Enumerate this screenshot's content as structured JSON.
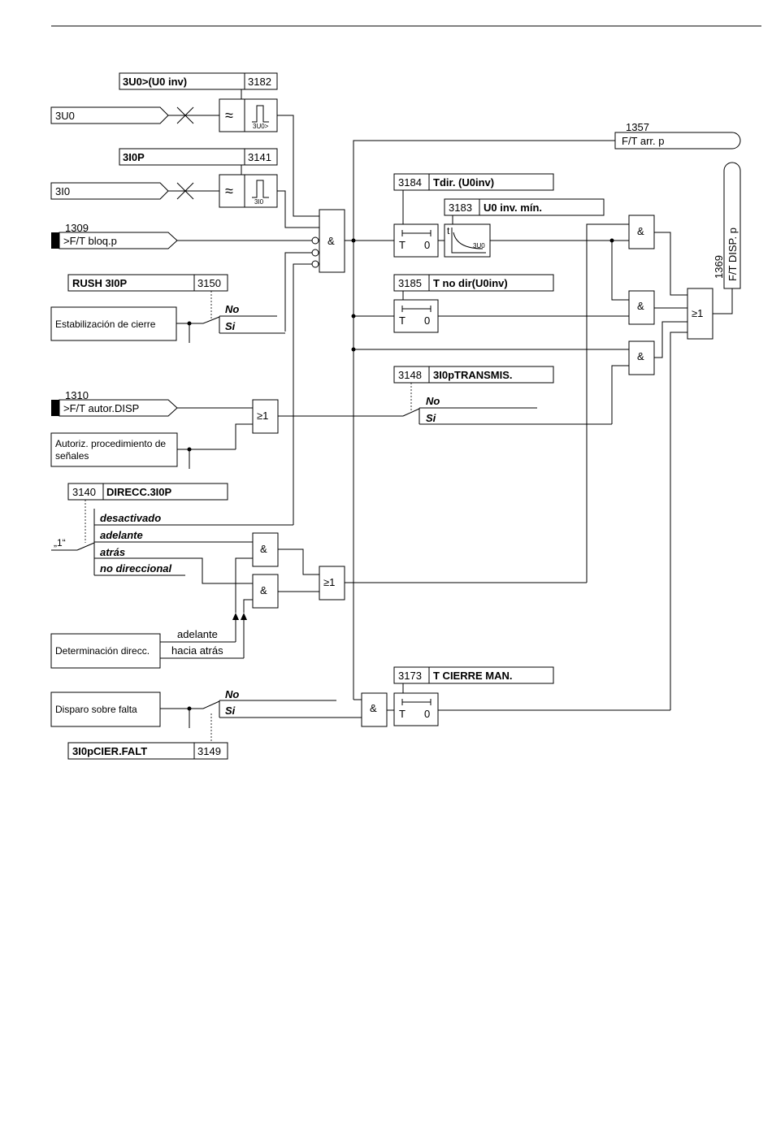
{
  "params": {
    "p3182": {
      "label": "3U0>(U0 inv)",
      "num": "3182"
    },
    "p3141": {
      "label": "3I0P",
      "num": "3141"
    },
    "p3184": {
      "label": "Tdir. (U0inv)",
      "num": "3184"
    },
    "p3183": {
      "label": "U0 inv. mín.",
      "num": "3183"
    },
    "p3185": {
      "label": "T no dir(U0inv)",
      "num": "3185"
    },
    "p3150": {
      "label": "RUSH 3I0P",
      "num": "3150"
    },
    "p3148": {
      "label": "3I0pTRANSMIS.",
      "num": "3148"
    },
    "p3140": {
      "label": "DIRECC.3I0P",
      "num": "3140"
    },
    "p3173": {
      "label": "T CIERRE MAN.",
      "num": "3173"
    },
    "p3149": {
      "label": "3I0pCIER.FALT",
      "num": "3149"
    }
  },
  "inputs": {
    "u0": "3U0",
    "i0": "3I0",
    "bloq_num": "1309",
    "bloq": ">F/T bloq.p",
    "autor_num": "1310",
    "autor": ">F/T autor.DISP"
  },
  "outputs": {
    "arr_num": "1357",
    "arr": "F/T arr. p",
    "disp_num": "1369",
    "disp": "F/T DISP. p"
  },
  "blocks": {
    "estab": "Estabilización de cierre",
    "autoriz1": "Autoriz. procedimiento de",
    "autoriz2": "señales",
    "determ": "Determinación direcc.",
    "disparo": "Disparo sobre falta"
  },
  "switch": {
    "no": "No",
    "si": "Si"
  },
  "direcc": {
    "one": "„1“",
    "desactivado": "desactivado",
    "adelante": "adelante",
    "atras": "atrás",
    "no_dir": "no direccional",
    "det_adelante": "adelante",
    "det_atras": "hacia atrás"
  },
  "gates": {
    "and": "&",
    "or": "≥1"
  },
  "timer": {
    "T": "T",
    "zero": "0",
    "t": "t",
    "u0": "3U0",
    "u0gt": "3U0>",
    "i0": "3I0"
  },
  "filter": "≈"
}
